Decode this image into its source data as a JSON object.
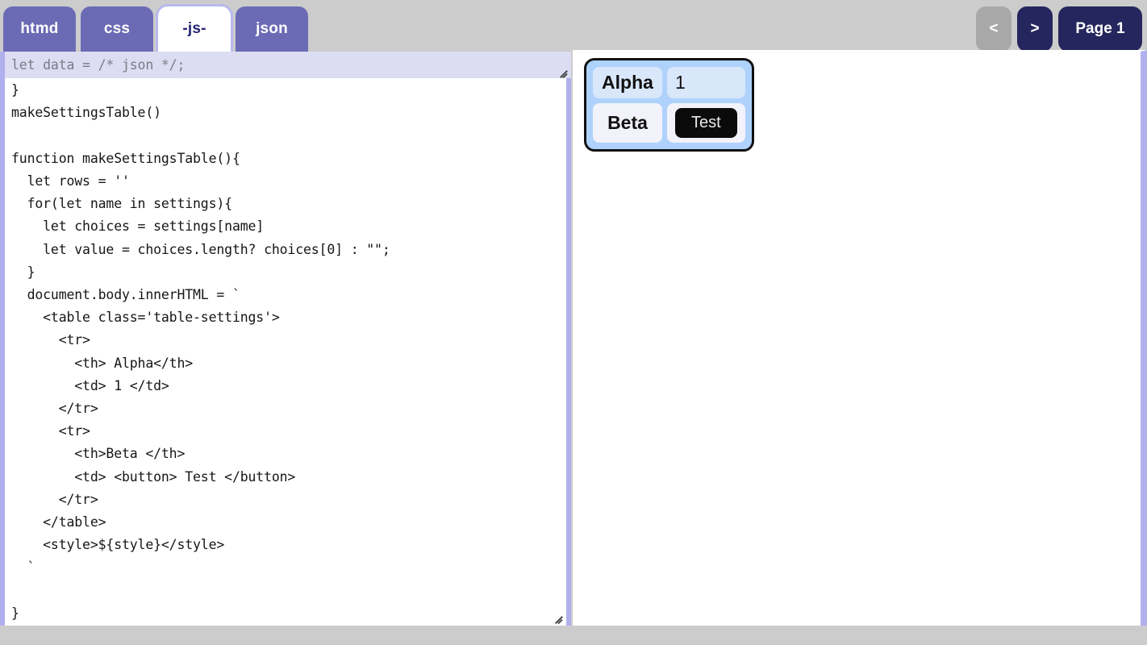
{
  "tabs": [
    {
      "label": "htmd",
      "active": false
    },
    {
      "label": "css",
      "active": false
    },
    {
      "label": "-js-",
      "active": true
    },
    {
      "label": "json",
      "active": false
    }
  ],
  "nav": {
    "prev_label": "<",
    "next_label": ">",
    "page_label": "Page 1"
  },
  "editor": {
    "overlay_value": "let data = /* json */;",
    "overlay_placeholder": "let data = /* json */;",
    "code": "  'beta' : words('a b c d e')\n}\nmakeSettingsTable()\n\nfunction makeSettingsTable(){\n  let rows = ''\n  for(let name in settings){\n    let choices = settings[name]\n    let value = choices.length? choices[0] : \"\";\n  }\n  document.body.innerHTML = `\n    <table class='table-settings'>\n      <tr>\n        <th> Alpha</th>\n        <td> 1 </td>\n      </tr>\n      <tr>\n        <th>Beta </th>\n        <td> <button> Test </button>\n      </tr>\n    </table>\n    <style>${style}</style>\n  `\n\n}"
  },
  "preview": {
    "table": {
      "rows": [
        {
          "name": "Alpha",
          "value": "1"
        },
        {
          "name": "Beta",
          "button_label": "Test"
        }
      ]
    }
  },
  "colors": {
    "chrome": "#cccccc",
    "tab": "#6b6bb5",
    "tab_active_bg": "#ffffff",
    "tab_active_text": "#252575",
    "nav": "#26265e",
    "nav_disabled": "#a8a8a8",
    "pane_border": "#b0b0ee",
    "overlay_bg": "#dcdcf2",
    "table_outer": "#aed2fb",
    "row1_cell": "#d9e7fb",
    "row2_cell": "#f2f2fa",
    "button": "#0b0b0b"
  }
}
